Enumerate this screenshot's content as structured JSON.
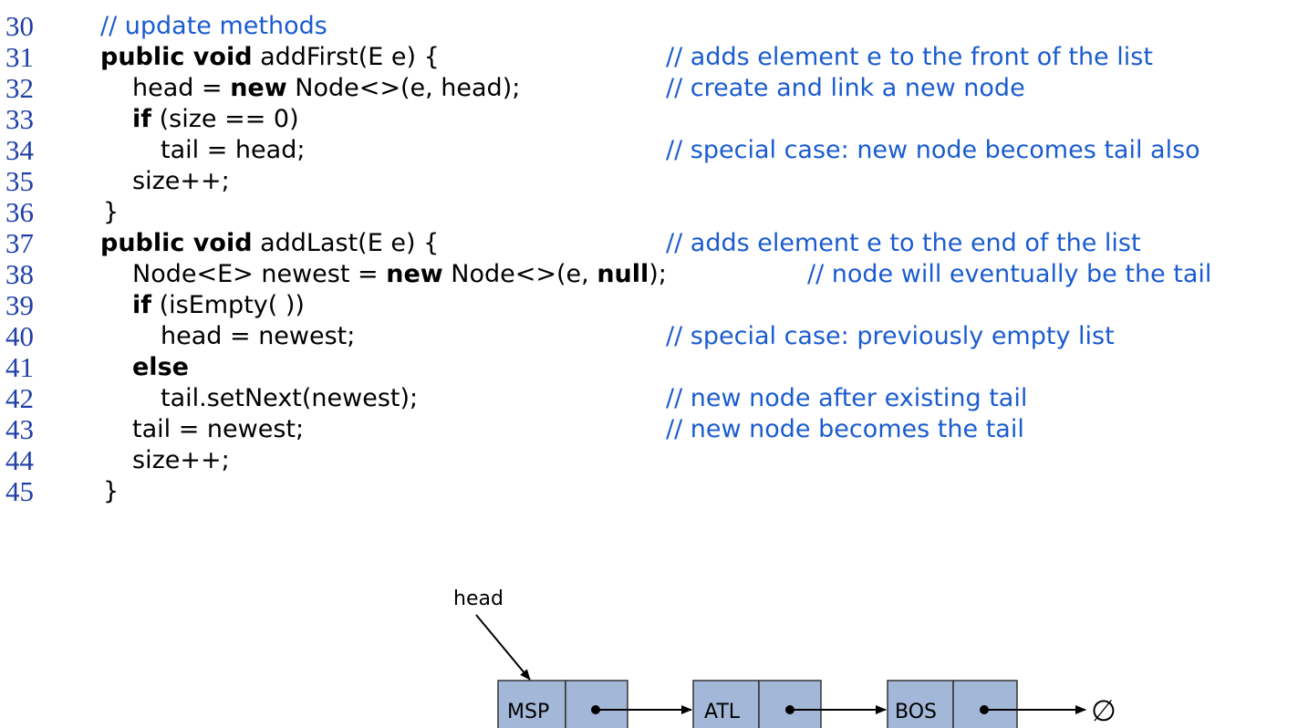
{
  "code": {
    "lines": [
      {
        "num": "30",
        "code": "",
        "comment": "// update methods",
        "comment_inline": true
      },
      {
        "num": "31",
        "kw": "public void",
        "code": " addFirst(E e) {",
        "comment": "// adds element e to the front of the list"
      },
      {
        "num": "32",
        "code_pre": "head = ",
        "kw": "new",
        "code": " Node<>(e, head);",
        "comment": "// create and link a new node"
      },
      {
        "num": "33",
        "kw": "if",
        "code": " (size == 0)",
        "comment": ""
      },
      {
        "num": "34",
        "code": "tail = head;",
        "comment": "// special case: new node becomes tail also"
      },
      {
        "num": "35",
        "code": "size++;",
        "comment": ""
      },
      {
        "num": "36",
        "code": "}",
        "comment": ""
      },
      {
        "num": "37",
        "kw": "public void",
        "code": " addLast(E e) {",
        "comment": "// adds element e to the end of the list"
      },
      {
        "num": "38",
        "code_pre": "Node<E> newest = ",
        "kw": "new",
        "code": " Node<>(e, ",
        "kw2": "null",
        "code_post": ");",
        "comment": "// node will eventually be the tail"
      },
      {
        "num": "39",
        "kw": "if",
        "code": " (isEmpty( ))",
        "comment": ""
      },
      {
        "num": "40",
        "code": "head = newest;",
        "comment": "// special case: previously empty list"
      },
      {
        "num": "41",
        "kw": "else",
        "code": "",
        "comment": ""
      },
      {
        "num": "42",
        "code": "tail.setNext(newest);",
        "comment": "// new node after existing tail"
      },
      {
        "num": "43",
        "code": "tail = newest;",
        "comment": "// new node becomes the tail"
      },
      {
        "num": "44",
        "code": "size++;",
        "comment": ""
      },
      {
        "num": "45",
        "code": "}",
        "comment": ""
      }
    ]
  },
  "diagram": {
    "head_label": "head",
    "nodes": [
      "MSP",
      "ATL",
      "BOS"
    ],
    "null_symbol": "∅",
    "colors": {
      "node_fill": "#a3b8d8",
      "node_stroke": "#333333",
      "comment": "#1a5ccf",
      "line_number": "#1f3fa8"
    }
  }
}
